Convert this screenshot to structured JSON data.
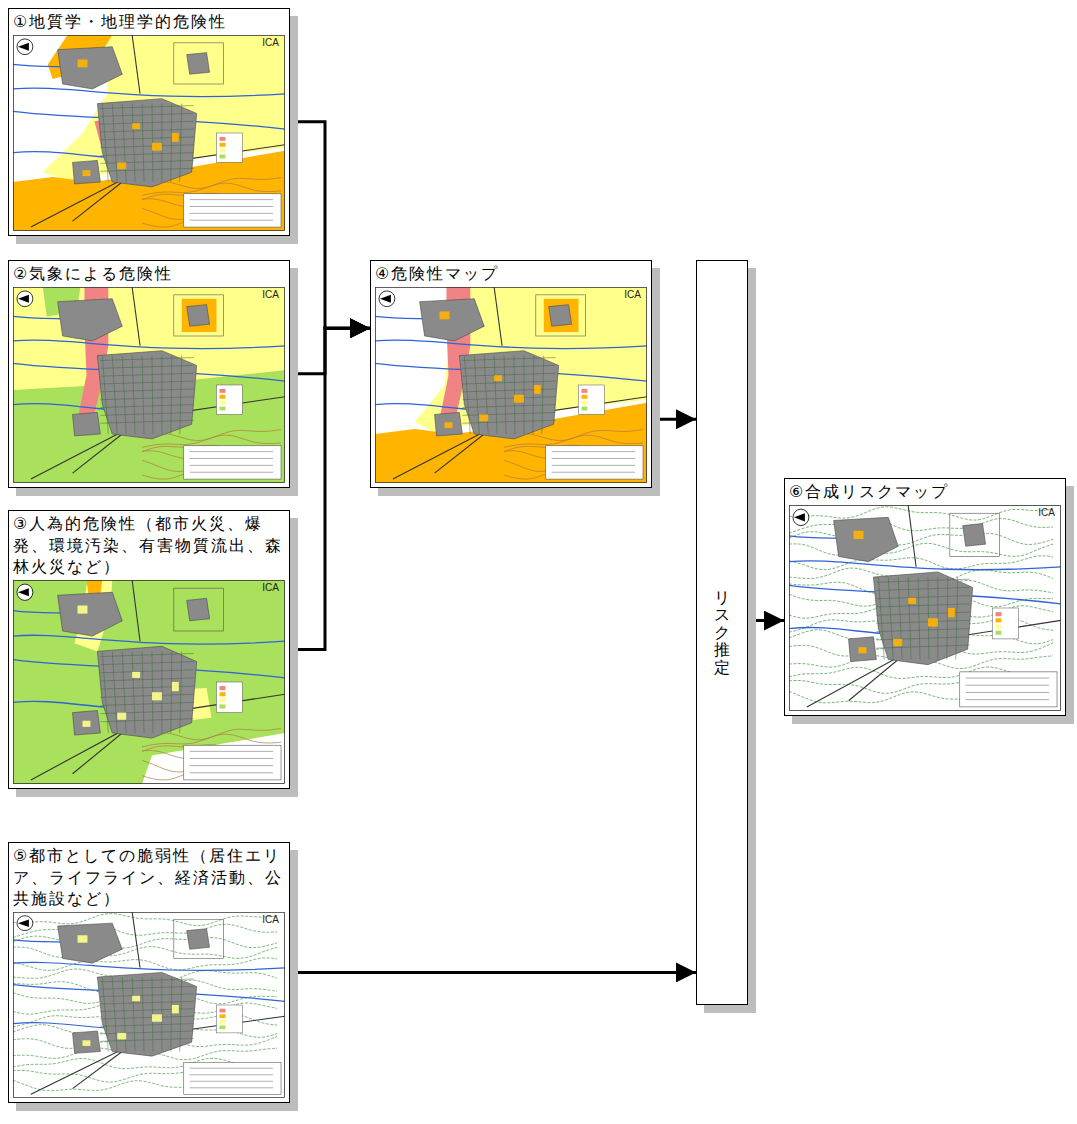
{
  "diagram": {
    "nodes": [
      {
        "text": [
          "①地質学・地理学的危険性"
        ]
      },
      {
        "text": [
          "②気象による危険性"
        ]
      },
      {
        "text": [
          "③人為的危険性（都市火災、爆発、環境汚染、有害物質流出、森林火災など）"
        ]
      },
      {
        "text": [
          "④危険性マップ"
        ]
      },
      {
        "text": [
          "⑤都市としての脆弱性（居住エリア、ライフライン、経済活動、公共施設など）"
        ]
      },
      {
        "text": [
          "リスク推定"
        ]
      },
      {
        "text": [
          "⑥合成リスクマップ"
        ]
      }
    ],
    "edges": [
      {
        "from": 0,
        "to": 3,
        "arrow": "to"
      },
      {
        "from": 1,
        "to": 3,
        "arrow": "to"
      },
      {
        "from": 2,
        "to": 3,
        "arrow": "to"
      },
      {
        "from": 3,
        "to": 5,
        "arrow": "to"
      },
      {
        "from": 4,
        "to": 5,
        "arrow": "to"
      },
      {
        "from": 5,
        "to": 6,
        "arrow": "to"
      }
    ],
    "labels": [
      "ICA",
      "ICA",
      "ICA",
      "ICA",
      "ICA",
      "ICA"
    ]
  }
}
